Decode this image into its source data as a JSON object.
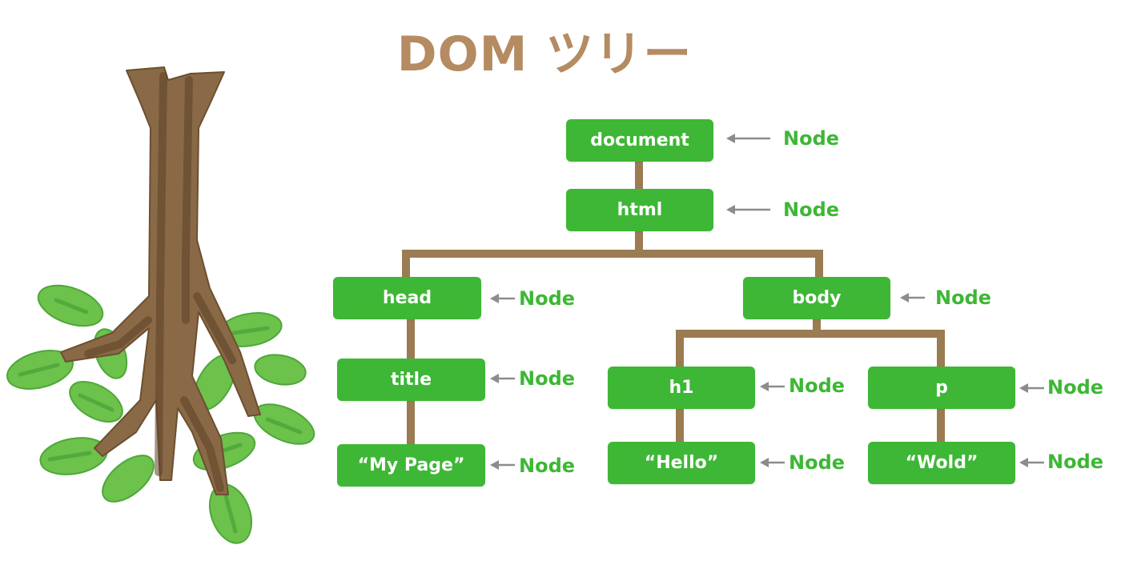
{
  "diagram": {
    "title": "DOM ツリー",
    "node_label": "Node",
    "nodes": {
      "document": "document",
      "html": "html",
      "head": "head",
      "body": "body",
      "title": "title",
      "my_page": "“My Page”",
      "h1": "h1",
      "p": "p",
      "hello": "“Hello”",
      "wold": "“Wold”"
    },
    "colors": {
      "title": "#b58b62",
      "node_fill": "#3db735",
      "node_text": "#ffffff",
      "label_text": "#3db735",
      "connector": "#9b7b52",
      "arrow": "#8c8c8c"
    },
    "illustration": "tree-roots-with-leaves-icon"
  }
}
